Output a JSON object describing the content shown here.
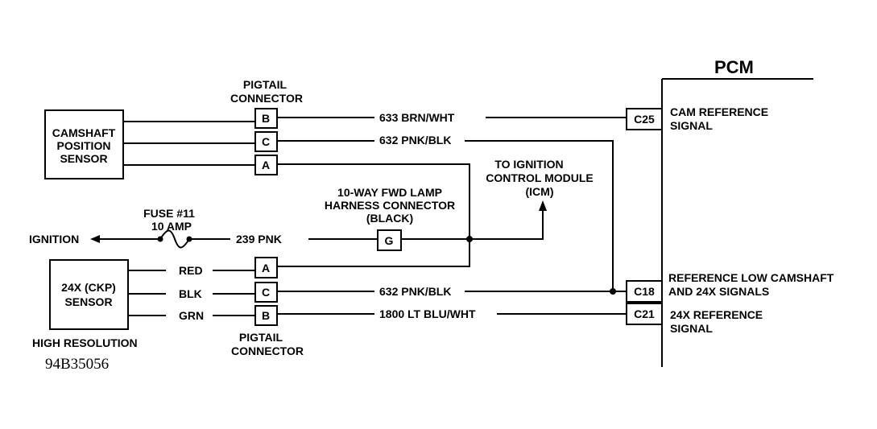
{
  "pcm": {
    "title": "PCM"
  },
  "camshaft_sensor": {
    "line1": "CAMSHAFT",
    "line2": "POSITION",
    "line3": "SENSOR"
  },
  "ckp_sensor": {
    "line1": "24X (CKP)",
    "line2": "SENSOR",
    "caption": "HIGH RESOLUTION"
  },
  "top_pigtail": {
    "line1": "PIGTAIL",
    "line2": "CONNECTOR",
    "pins": [
      "B",
      "C",
      "A"
    ]
  },
  "bottom_pigtail": {
    "line1": "PIGTAIL",
    "line2": "CONNECTOR",
    "pins": [
      "A",
      "C",
      "B"
    ]
  },
  "wires": {
    "w633": "633 BRN/WHT",
    "w632_top": "632 PNK/BLK",
    "w632_bottom": "632 PNK/BLK",
    "w1800": "1800 LT BLU/WHT",
    "w239": "239 PNK",
    "red": "RED",
    "blk": "BLK",
    "grn": "GRN"
  },
  "pcm_pins": [
    {
      "pin": "C25",
      "label1": "CAM REFERENCE",
      "label2": "SIGNAL"
    },
    {
      "pin": "C18",
      "label1": "REFERENCE LOW CAMSHAFT",
      "label2": "AND 24X SIGNALS"
    },
    {
      "pin": "C21",
      "label1": "24X REFERENCE",
      "label2": "SIGNAL"
    }
  ],
  "icm": {
    "line1": "TO IGNITION",
    "line2": "CONTROL MODULE",
    "line3": "(ICM)"
  },
  "harness_connector": {
    "line1": "10-WAY FWD LAMP",
    "line2": "HARNESS CONNECTOR",
    "line3": "(BLACK)",
    "pin": "G"
  },
  "fuse": {
    "line1": "FUSE #11",
    "line2": "10 AMP"
  },
  "ignition": {
    "label": "IGNITION"
  },
  "figure_code": "94B35056"
}
